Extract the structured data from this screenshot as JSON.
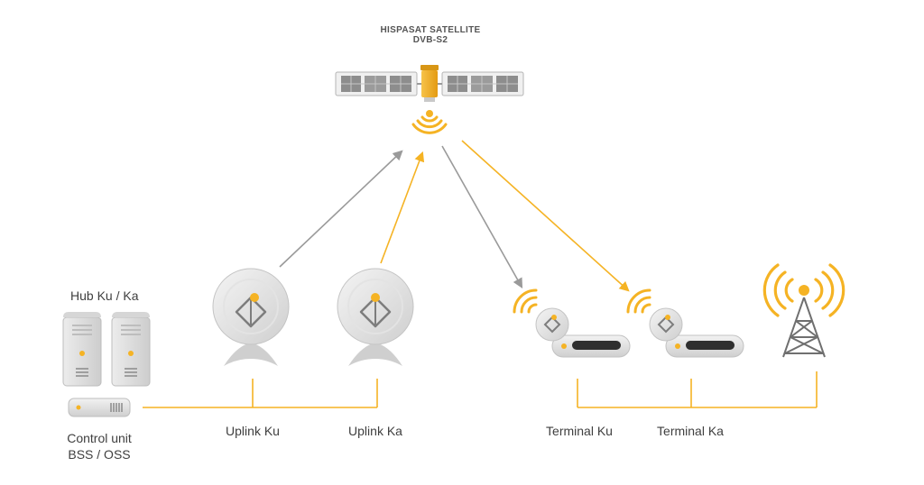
{
  "satellite": {
    "name": "HISPASAT SATELLITE",
    "standard": "DVB-S2"
  },
  "hub": {
    "label": "Hub  Ku / Ka"
  },
  "control": {
    "line1": "Control unit",
    "line2": "BSS / OSS"
  },
  "uplink_ku": {
    "label": "Uplink Ku"
  },
  "uplink_ka": {
    "label": "Uplink Ka"
  },
  "terminal_ku": {
    "label": "Terminal Ku"
  },
  "terminal_ka": {
    "label": "Terminal Ka"
  },
  "colors": {
    "accent": "#f5b324",
    "link_gray": "#9a9a9a",
    "device_gray": "#dcdcdc",
    "text": "#3f3f3f"
  }
}
